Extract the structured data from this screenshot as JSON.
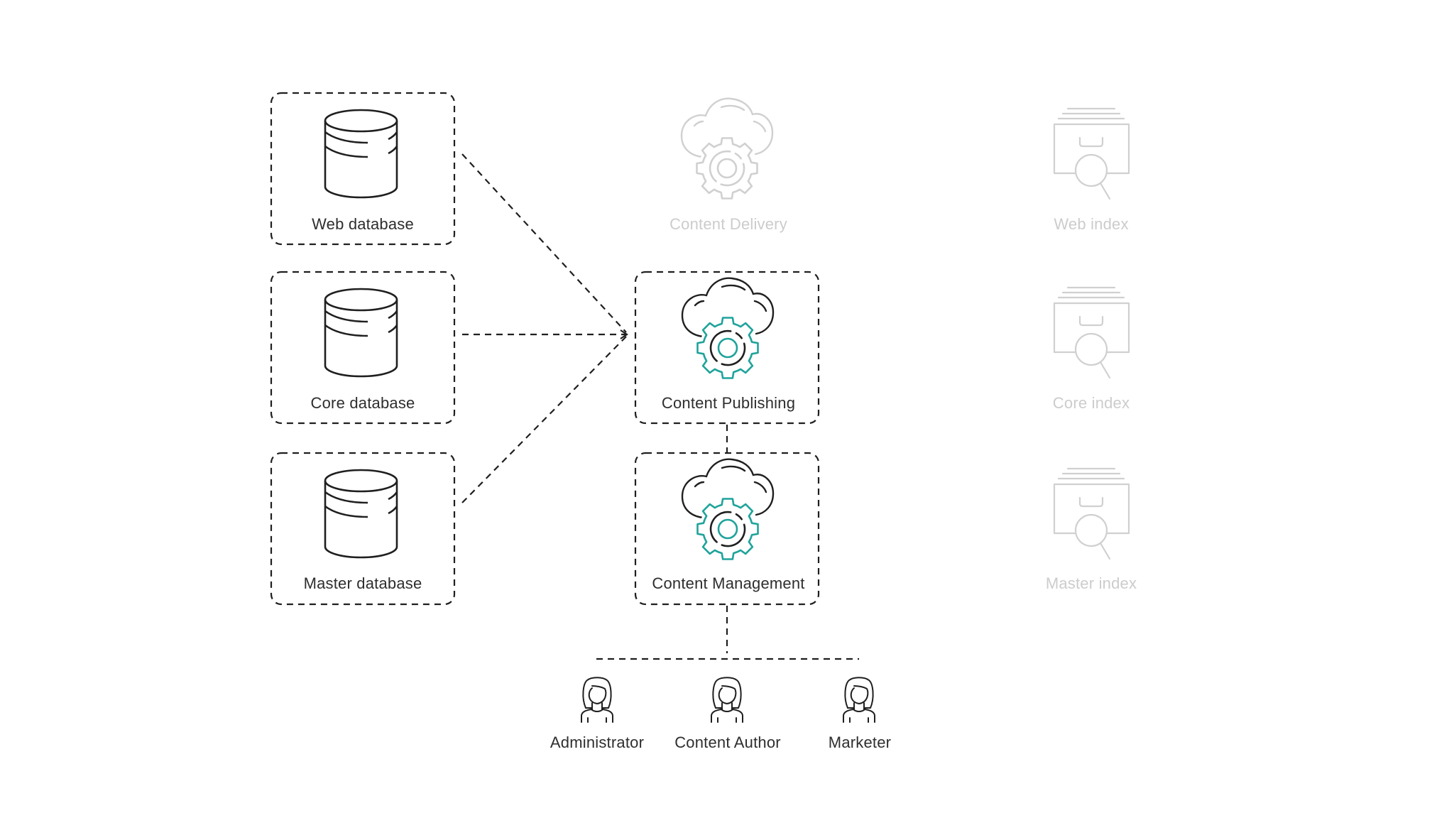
{
  "diagram": {
    "colors": {
      "active_stroke": "#1f1f1f",
      "muted_stroke": "#d0d0d0",
      "accent": "#1fa39b",
      "active_text": "#2e2e2e",
      "muted_text": "#cccccc"
    },
    "databases": [
      {
        "id": "web",
        "label": "Web database",
        "icon": "database-icon",
        "state": "active"
      },
      {
        "id": "core",
        "label": "Core database",
        "icon": "database-icon",
        "state": "active"
      },
      {
        "id": "master",
        "label": "Master database",
        "icon": "database-icon",
        "state": "active"
      }
    ],
    "roles": [
      {
        "id": "content-delivery",
        "label": "Content Delivery",
        "icon": "cloud-gear-icon",
        "state": "inactive"
      },
      {
        "id": "content-publishing",
        "label": "Content Publishing",
        "icon": "cloud-gear-icon",
        "state": "active"
      },
      {
        "id": "content-management",
        "label": "Content Management",
        "icon": "cloud-gear-icon",
        "state": "active"
      }
    ],
    "indexes": [
      {
        "id": "web-index",
        "label": "Web index",
        "icon": "search-index-icon",
        "state": "inactive"
      },
      {
        "id": "core-index",
        "label": "Core index",
        "icon": "search-index-icon",
        "state": "inactive"
      },
      {
        "id": "master-index",
        "label": "Master index",
        "icon": "search-index-icon",
        "state": "inactive"
      }
    ],
    "users": [
      {
        "id": "administrator",
        "label": "Administrator",
        "icon": "person-icon"
      },
      {
        "id": "content-author",
        "label": "Content Author",
        "icon": "person-icon"
      },
      {
        "id": "marketer",
        "label": "Marketer",
        "icon": "person-icon"
      }
    ],
    "connections": [
      {
        "from": "web",
        "to": "content-publishing",
        "style": "dashed",
        "arrow": true
      },
      {
        "from": "core",
        "to": "content-publishing",
        "style": "dashed",
        "arrow": true
      },
      {
        "from": "master",
        "to": "content-publishing",
        "style": "dashed",
        "arrow": true
      },
      {
        "from": "content-publishing",
        "to": "content-management",
        "style": "dashed",
        "arrow": false
      },
      {
        "from": "content-management",
        "to": "administrator",
        "style": "dashed",
        "arrow": false
      },
      {
        "from": "content-management",
        "to": "content-author",
        "style": "dashed",
        "arrow": false
      },
      {
        "from": "content-management",
        "to": "marketer",
        "style": "dashed",
        "arrow": false
      }
    ]
  }
}
